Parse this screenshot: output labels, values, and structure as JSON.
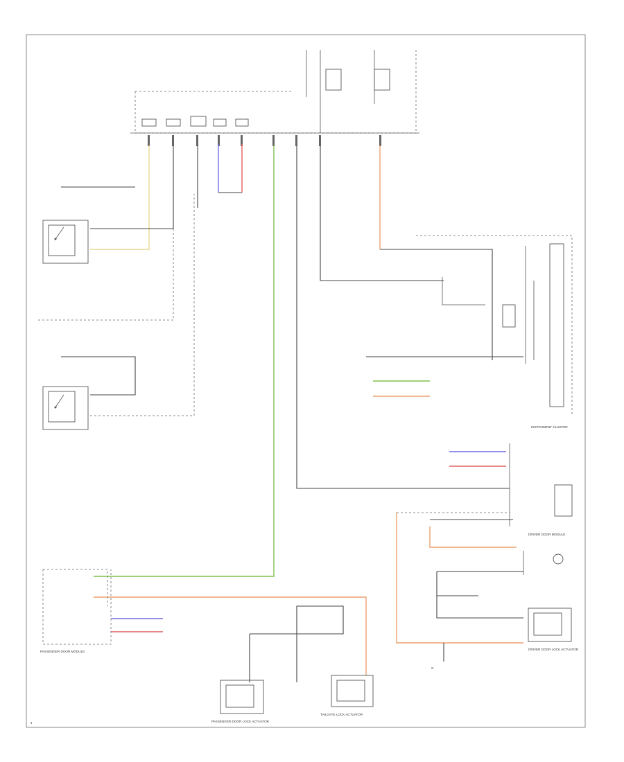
{
  "diagram": {
    "components": {
      "instrument_cluster": "INSTRUMENT CLUSTER",
      "driver_door_module": "DRIVER DOOR MODULE",
      "passenger_door_module": "PASSENGER DOOR MODULE",
      "passenger_door_lock_actuator": "PASSENGER DOOR LOCK ACTUATOR",
      "driver_door_lock_actuator": "DRIVER DOOR LOCK ACTUATOR",
      "tailgate_lock_actuator": "TAILGATE LOCK ACTUATOR",
      "ground_point": "G",
      "page_number": "4"
    },
    "colors": {
      "green": "#7fbf4d",
      "blue": "#6f6fe0",
      "red": "#e06060",
      "orange": "#eba070",
      "yellow": "#e8d890",
      "wire": "#444444",
      "dashed": "#777777"
    }
  }
}
